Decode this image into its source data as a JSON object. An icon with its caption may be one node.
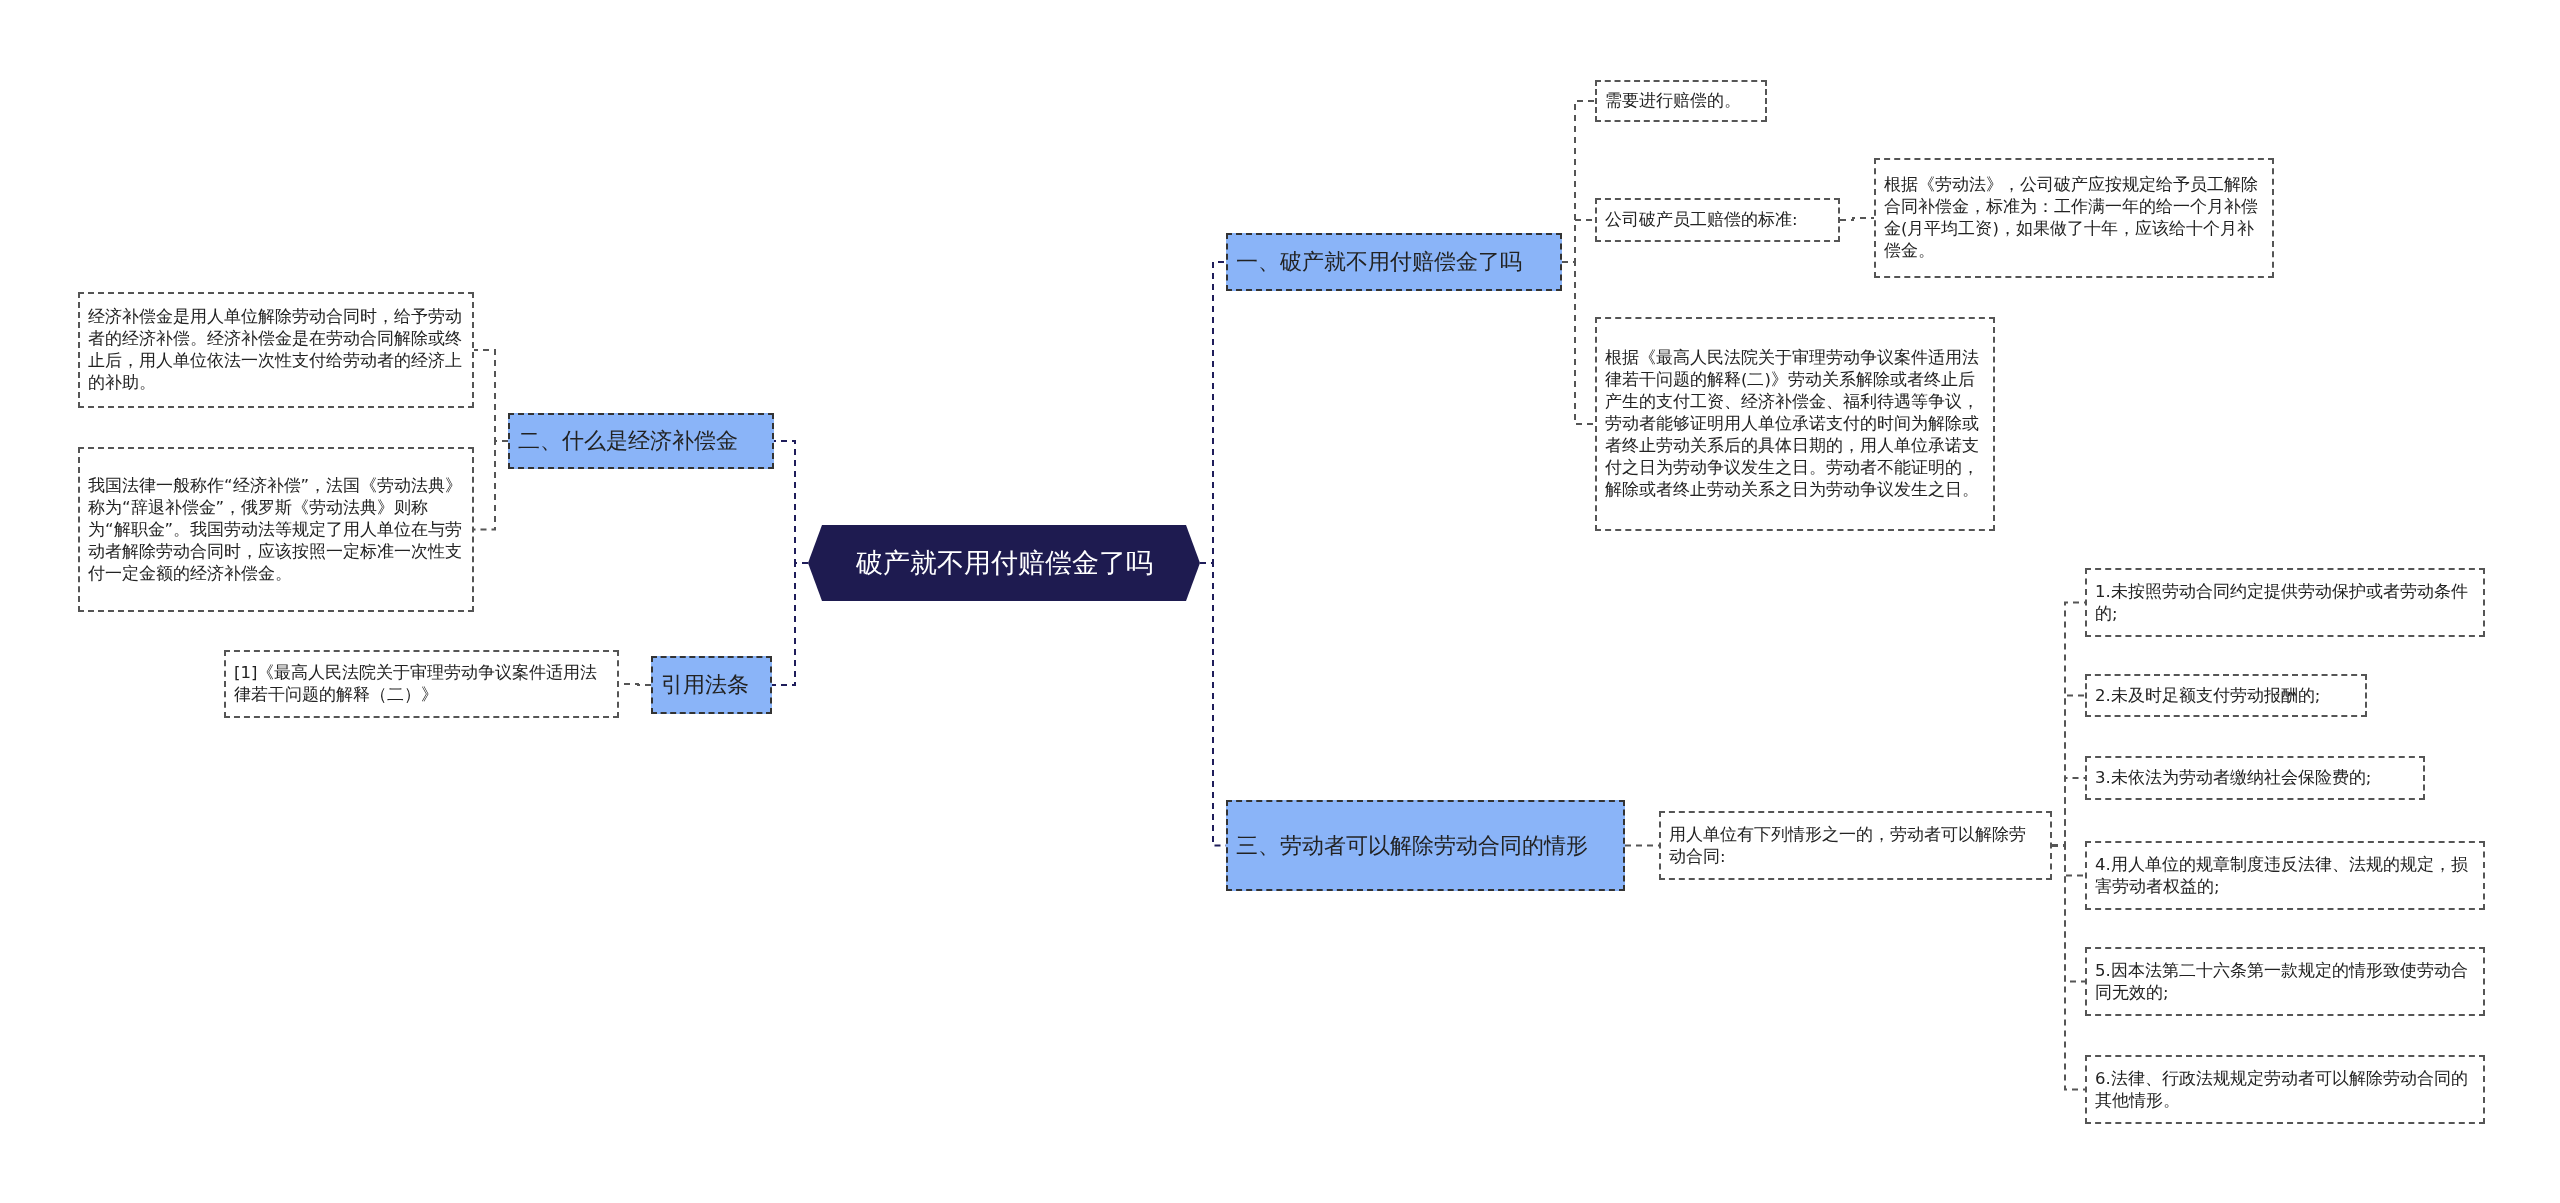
{
  "diagram": {
    "nodes": [
      {
        "text": [
          "破产就不用付赔偿金了吗"
        ]
      },
      {
        "text": [
          "一、破产就不用付赔偿金了吗"
        ]
      },
      {
        "text": [
          "需要进行赔偿的。"
        ]
      },
      {
        "text": [
          "公司破产员工赔偿的标准:"
        ]
      },
      {
        "text": [
          "根据《劳动法》，公司破产应按规定给予员工解除合同补偿金，标准为：工作满一年的给一个月补偿金(月平均工资)，如果做了十年，应该给十个月补偿金。"
        ]
      },
      {
        "text": [
          "根据《最高人民法院关于审理劳动争议案件适用法律若干问题的解释(二)》劳动关系解除或者终止后产生的支付工资、经济补偿金、福利待遇等争议，劳动者能够证明用人单位承诺支付的时间为解除或者终止劳动关系后的具体日期的，用人单位承诺支付之日为劳动争议发生之日。劳动者不能证明的，解除或者终止劳动关系之日为劳动争议发生之日。"
        ]
      },
      {
        "text": [
          "三、劳动者可以解除劳动合同的情形"
        ]
      },
      {
        "text": [
          "用人单位有下列情形之一的，劳动者可以解除劳动合同:"
        ]
      },
      {
        "text": [
          "1.未按照劳动合同约定提供劳动保护或者劳动条件的;"
        ]
      },
      {
        "text": [
          "2.未及时足额支付劳动报酬的;"
        ]
      },
      {
        "text": [
          "3.未依法为劳动者缴纳社会保险费的;"
        ]
      },
      {
        "text": [
          "4.用人单位的规章制度违反法律、法规的规定，损害劳动者权益的;"
        ]
      },
      {
        "text": [
          "5.因本法第二十六条第一款规定的情形致使劳动合同无效的;"
        ]
      },
      {
        "text": [
          "6.法律、行政法规规定劳动者可以解除劳动合同的其他情形。"
        ]
      },
      {
        "text": [
          "二、什么是经济补偿金"
        ]
      },
      {
        "text": [
          "经济补偿金是用人单位解除劳动合同时，给予劳动者的经济补偿。经济补偿金是在劳动合同解除或终止后，用人单位依法一次性支付给劳动者的经济上的补助。"
        ]
      },
      {
        "text": [
          "我国法律一般称作“经济补偿”，法国《劳动法典》称为“辞退补偿金”，俄罗斯《劳动法典》则称为“解职金”。我国劳动法等规定了用人单位在与劳动者解除劳动合同时，应该按照一定标准一次性支付一定金额的经济补偿金。"
        ]
      },
      {
        "text": [
          "引用法条"
        ]
      },
      {
        "text": [
          "[1]《最高人民法院关于审理劳动争议案件适用法律若干问题的解释（二）》"
        ]
      }
    ],
    "edges": [
      {
        "from": 0,
        "to": 1,
        "arrow": "none"
      },
      {
        "from": 0,
        "to": 6,
        "arrow": "none"
      },
      {
        "from": 0,
        "to": 14,
        "arrow": "none"
      },
      {
        "from": 0,
        "to": 17,
        "arrow": "none"
      },
      {
        "from": 1,
        "to": 2,
        "arrow": "none",
        "color": "#555555"
      },
      {
        "from": 1,
        "to": 3,
        "arrow": "none",
        "color": "#555555"
      },
      {
        "from": 1,
        "to": 5,
        "arrow": "none",
        "color": "#555555"
      },
      {
        "from": 3,
        "to": 4,
        "arrow": "none",
        "color": "#555555"
      },
      {
        "from": 6,
        "to": 7,
        "arrow": "none",
        "color": "#555555"
      },
      {
        "from": 7,
        "to": 8,
        "arrow": "none",
        "color": "#555555"
      },
      {
        "from": 7,
        "to": 9,
        "arrow": "none",
        "color": "#555555"
      },
      {
        "from": 7,
        "to": 10,
        "arrow": "none",
        "color": "#555555"
      },
      {
        "from": 7,
        "to": 11,
        "arrow": "none",
        "color": "#555555"
      },
      {
        "from": 7,
        "to": 12,
        "arrow": "none",
        "color": "#555555"
      },
      {
        "from": 7,
        "to": 13,
        "arrow": "none",
        "color": "#555555"
      },
      {
        "from": 14,
        "to": 15,
        "arrow": "none",
        "color": "#555555"
      },
      {
        "from": 14,
        "to": 16,
        "arrow": "none",
        "color": "#555555"
      },
      {
        "from": 17,
        "to": 18,
        "arrow": "none",
        "color": "#555555"
      }
    ]
  }
}
